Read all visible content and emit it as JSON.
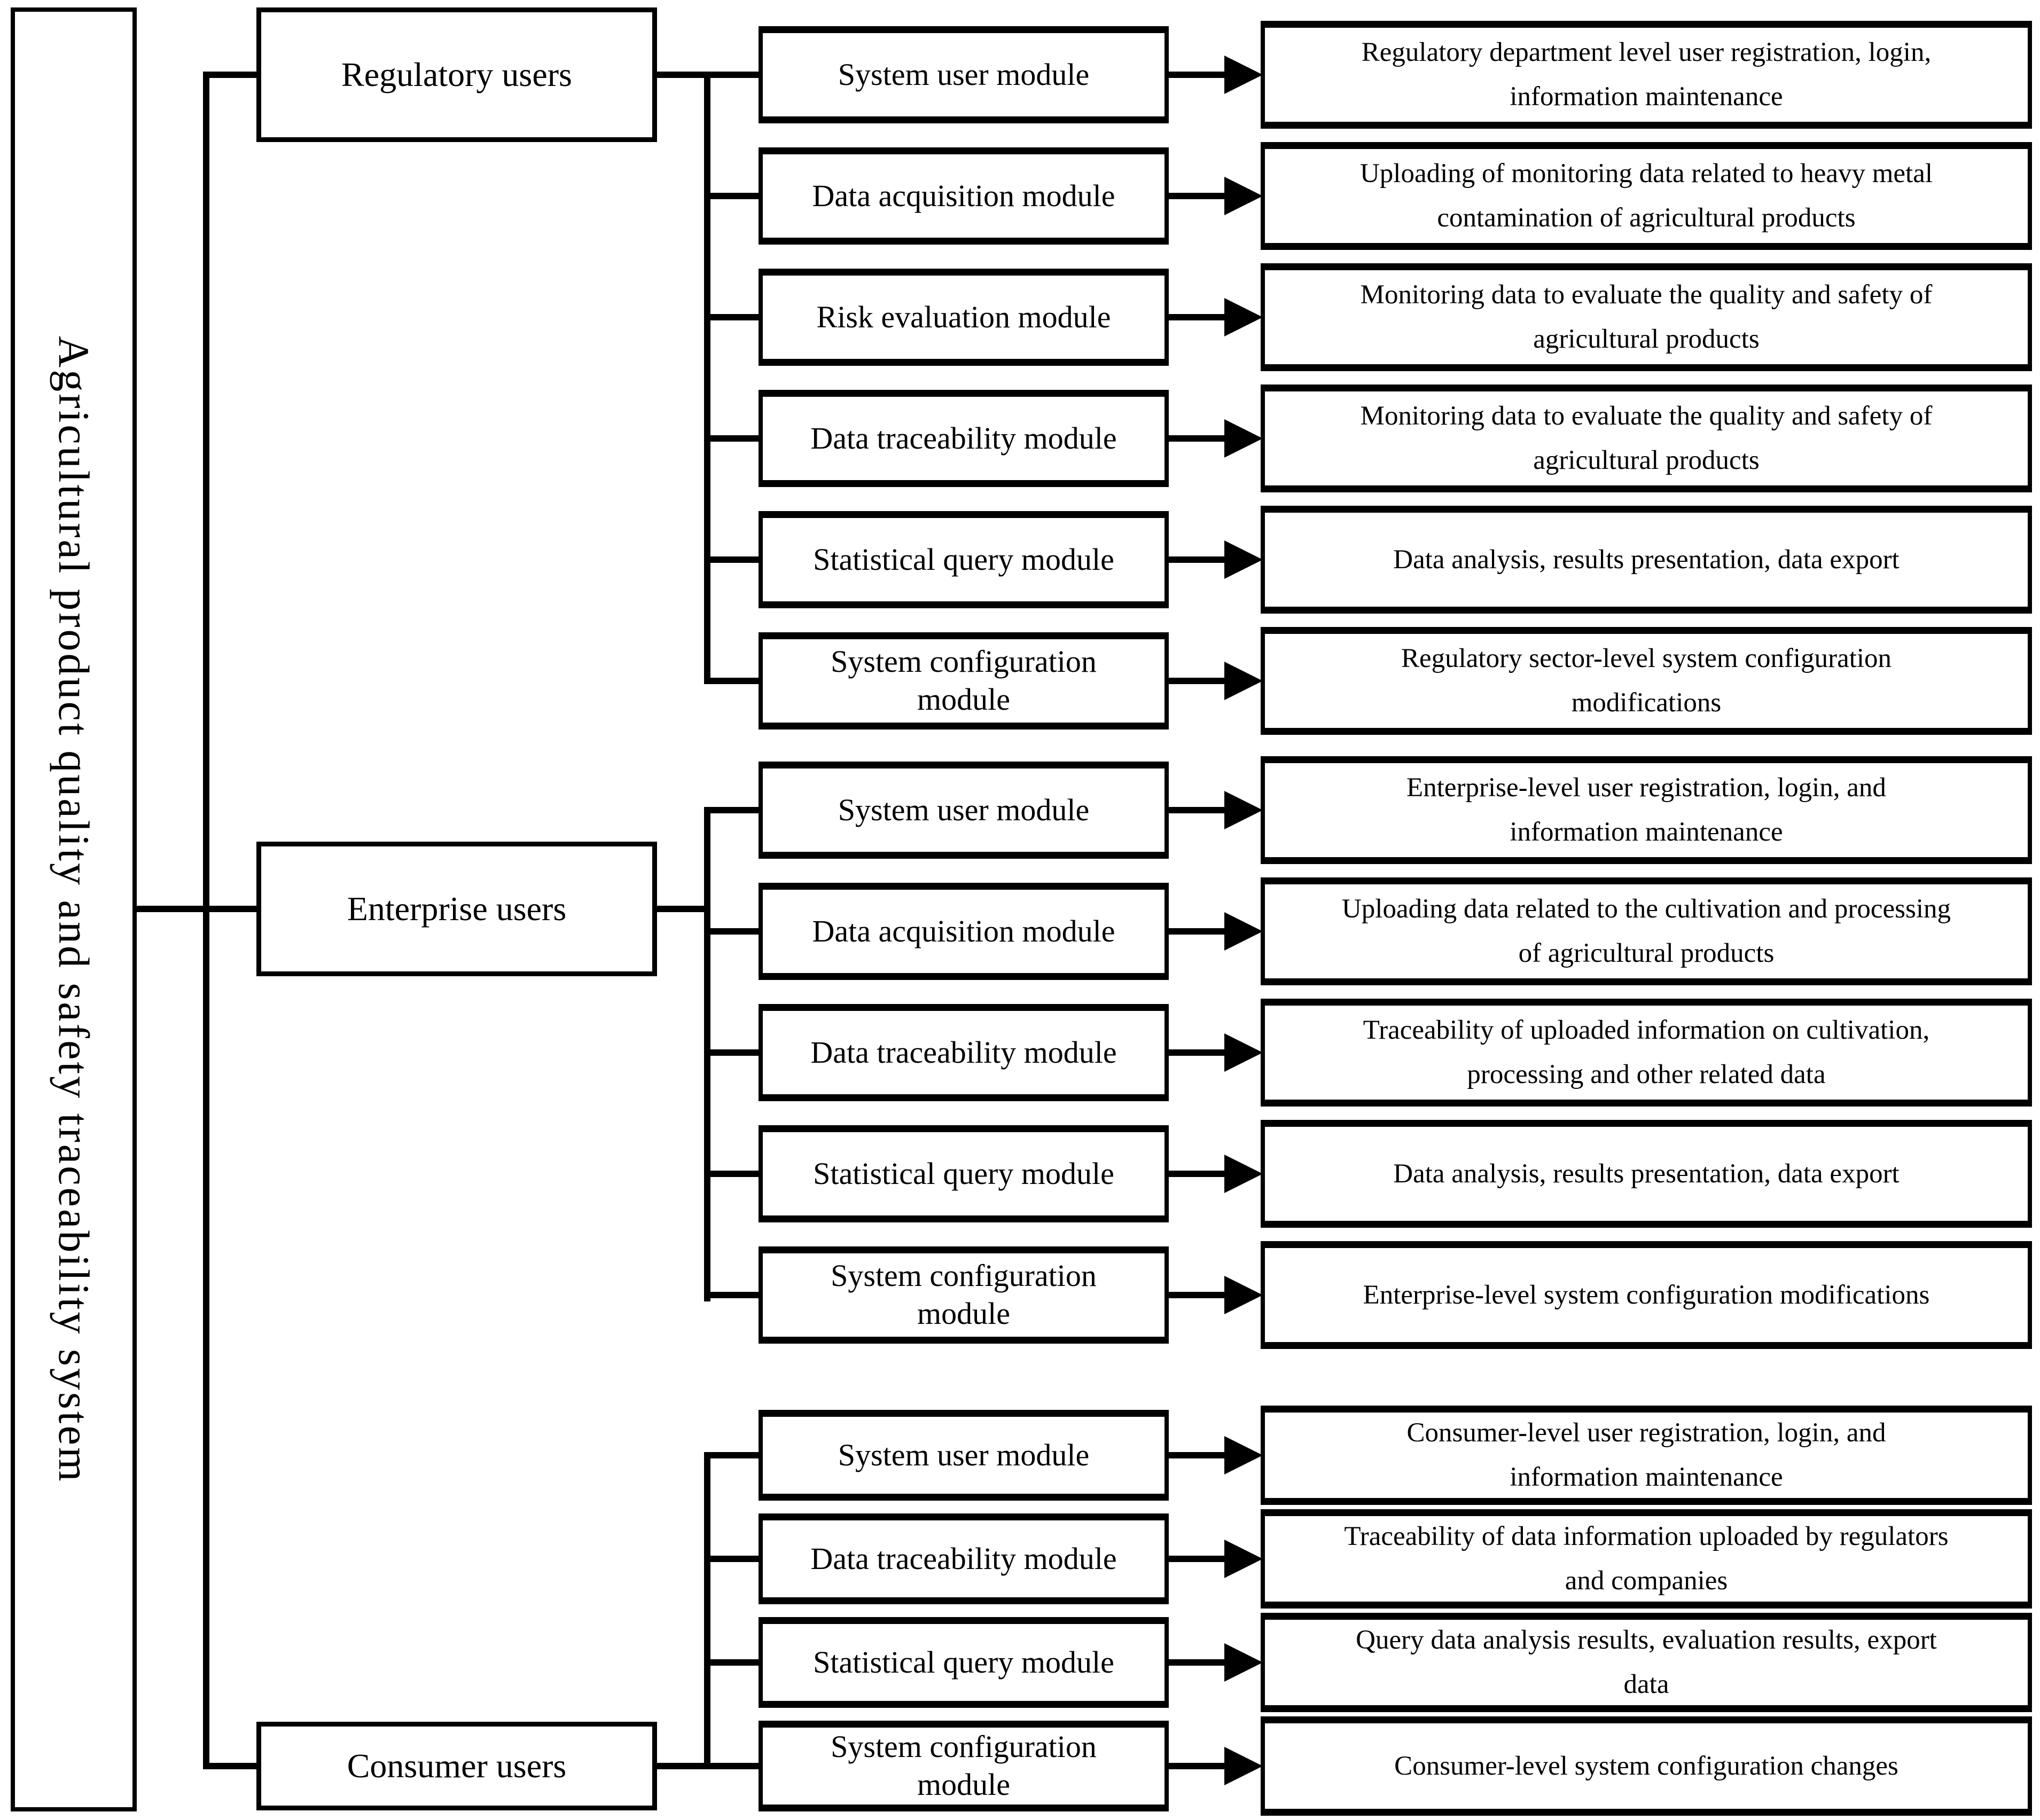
{
  "diagram": {
    "title": "Agricultural product quality and safety traceability system",
    "colors": {
      "ink": "#000000",
      "paper": "#ffffff"
    },
    "groups": [
      {
        "label": "Regulatory users",
        "modules": [
          {
            "label": "System user module",
            "desc": "Regulatory department level user registration, login,\ninformation maintenance"
          },
          {
            "label": "Data acquisition module",
            "desc": "Uploading of monitoring data related to heavy metal\ncontamination of agricultural products"
          },
          {
            "label": "Risk evaluation module",
            "desc": "Monitoring data to evaluate the quality and safety of\nagricultural products"
          },
          {
            "label": "Data traceability module",
            "desc": "Monitoring data to evaluate the quality and safety of\nagricultural products"
          },
          {
            "label": "Statistical query module",
            "desc": "Data analysis, results presentation, data export"
          },
          {
            "label": "System configuration\nmodule",
            "desc": "Regulatory sector-level system configuration\nmodifications"
          }
        ]
      },
      {
        "label": "Enterprise users",
        "modules": [
          {
            "label": "System user module",
            "desc": "Enterprise-level user registration, login, and\ninformation maintenance"
          },
          {
            "label": "Data acquisition module",
            "desc": "Uploading data related to the cultivation and processing\nof agricultural products"
          },
          {
            "label": "Data traceability module",
            "desc": "Traceability of uploaded information on cultivation,\nprocessing and other related data"
          },
          {
            "label": "Statistical query module",
            "desc": "Data analysis, results presentation, data export"
          },
          {
            "label": "System configuration\nmodule",
            "desc": "Enterprise-level system configuration modifications"
          }
        ]
      },
      {
        "label": "Consumer users",
        "modules": [
          {
            "label": "System user module",
            "desc": "Consumer-level user registration, login, and\ninformation maintenance"
          },
          {
            "label": "Data traceability module",
            "desc": "Traceability of data information uploaded by regulators\nand companies"
          },
          {
            "label": "Statistical query module",
            "desc": "Query data analysis results, evaluation results, export\ndata"
          },
          {
            "label": "System configuration\nmodule",
            "desc": "Consumer-level system configuration changes"
          }
        ]
      }
    ]
  }
}
